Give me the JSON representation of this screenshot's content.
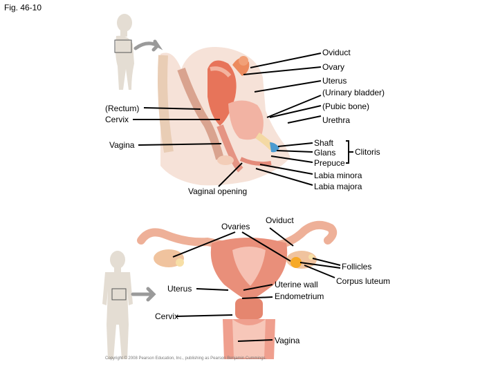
{
  "figure_label": "Fig. 46-10",
  "side_view": {
    "labels": {
      "oviduct": "Oviduct",
      "ovary": "Ovary",
      "uterus": "Uterus",
      "urinary_bladder": "(Urinary bladder)",
      "pubic_bone": "(Pubic bone)",
      "urethra": "Urethra",
      "rectum": "(Rectum)",
      "cervix": "Cervix",
      "vagina": "Vagina",
      "shaft": "Shaft",
      "glans": "Glans",
      "prepuce": "Prepuce",
      "clitoris": "Clitoris",
      "labia_minora": "Labia minora",
      "labia_majora": "Labia majora",
      "vaginal_opening": "Vaginal opening"
    }
  },
  "front_view": {
    "labels": {
      "ovaries": "Ovaries",
      "oviduct": "Oviduct",
      "follicles": "Follicles",
      "corpus_luteum": "Corpus luteum",
      "uterus": "Uterus",
      "uterine_wall": "Uterine wall",
      "endometrium": "Endometrium",
      "cervix": "Cervix",
      "vagina": "Vagina"
    }
  },
  "copyright": "Copyright © 2008 Pearson Education, Inc., publishing as Pearson Benjamin Cummings."
}
